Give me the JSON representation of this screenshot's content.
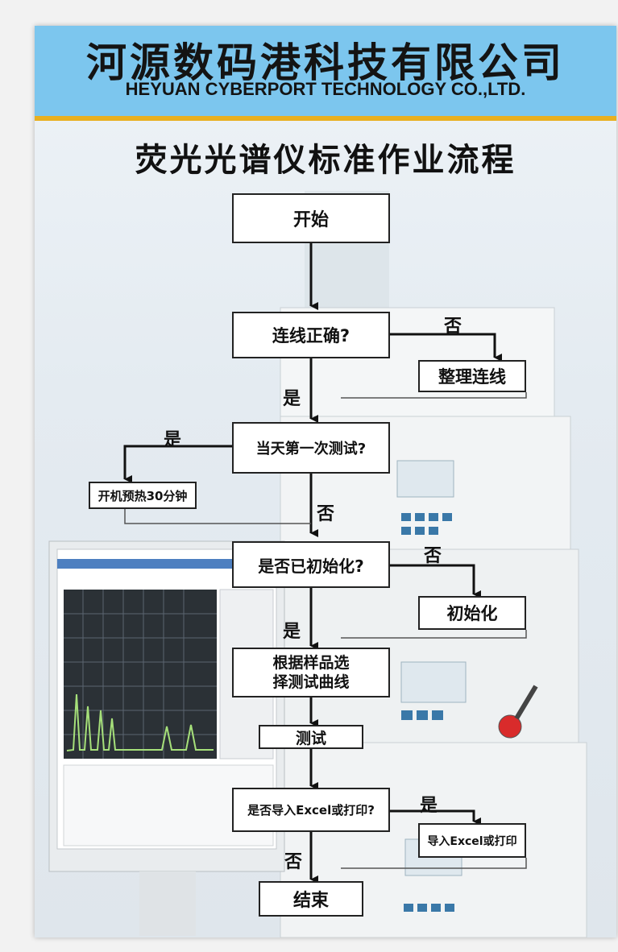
{
  "header": {
    "company_cn": "河源数码港科技有限公司",
    "company_en": "HEYUAN CYBERPORT TECHNOLOGY CO.,LTD."
  },
  "title": "荧光光谱仪标准作业流程",
  "nodes": {
    "start": "开始",
    "check_wiring": "连线正确?",
    "fix_wiring": "整理连线",
    "first_test": "当天第一次测试?",
    "warmup": "开机预热30分钟",
    "initialized": "是否已初始化?",
    "initialize": "初始化",
    "select_curve": "根据样品选择测试曲线",
    "test": "测试",
    "export_q": "是否导入Excel或打印?",
    "export": "导入Excel或打印",
    "end": "结束"
  },
  "labels": {
    "yes": "是",
    "no": "否"
  },
  "colors": {
    "header_bg": "#7cc6ee",
    "accent": "#e8b020",
    "spectrum": "#a6e07a"
  }
}
